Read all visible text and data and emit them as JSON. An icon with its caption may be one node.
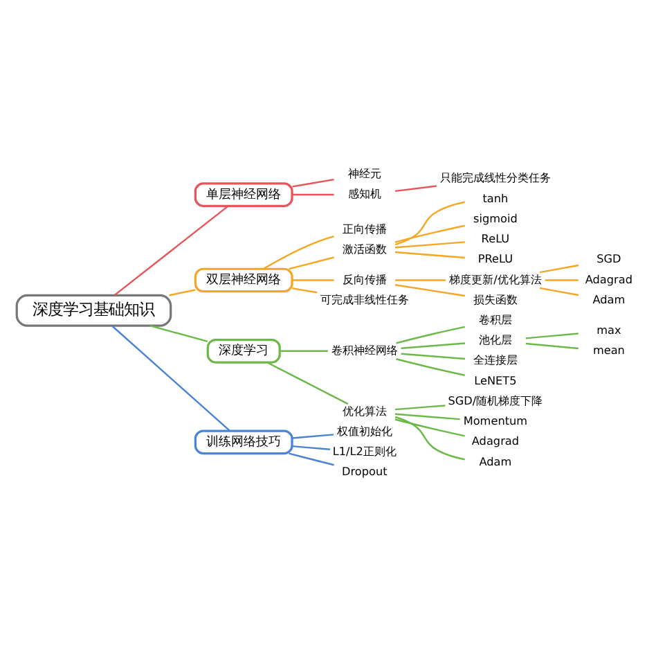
{
  "diagram": {
    "nodes": [
      {
        "text": [
          "深度学习基础知识"
        ]
      },
      {
        "text": [
          "单层神经网络"
        ]
      },
      {
        "text": [
          "神经元"
        ]
      },
      {
        "text": [
          "感知机"
        ]
      },
      {
        "text": [
          "只能完成线性分类任务"
        ]
      },
      {
        "text": [
          "双层神经网络"
        ]
      },
      {
        "text": [
          "正向传播"
        ]
      },
      {
        "text": [
          "激活函数"
        ]
      },
      {
        "text": [
          "tanh"
        ]
      },
      {
        "text": [
          "sigmoid"
        ]
      },
      {
        "text": [
          "ReLU"
        ]
      },
      {
        "text": [
          "PReLU"
        ]
      },
      {
        "text": [
          "反向传播"
        ]
      },
      {
        "text": [
          "梯度更新/优化算法"
        ]
      },
      {
        "text": [
          "SGD"
        ]
      },
      {
        "text": [
          "Adagrad"
        ]
      },
      {
        "text": [
          "Adam"
        ]
      },
      {
        "text": [
          "损失函数"
        ]
      },
      {
        "text": [
          "可完成非线性任务"
        ]
      },
      {
        "text": [
          "深度学习"
        ]
      },
      {
        "text": [
          "卷积神经网络"
        ]
      },
      {
        "text": [
          "卷积层"
        ]
      },
      {
        "text": [
          "池化层"
        ]
      },
      {
        "text": [
          "max"
        ]
      },
      {
        "text": [
          "mean"
        ]
      },
      {
        "text": [
          "全连接层"
        ]
      },
      {
        "text": [
          "LeNET5"
        ]
      },
      {
        "text": [
          "优化算法"
        ]
      },
      {
        "text": [
          "SGD/随机梯度下降"
        ]
      },
      {
        "text": [
          "Momentum"
        ]
      },
      {
        "text": [
          "Adagrad"
        ]
      },
      {
        "text": [
          "Adam"
        ]
      },
      {
        "text": [
          "训练网络技巧"
        ]
      },
      {
        "text": [
          "权值初始化"
        ]
      },
      {
        "text": [
          "L1/L2正则化"
        ]
      },
      {
        "text": [
          "Dropout"
        ]
      }
    ],
    "edges": [
      {
        "from": 0,
        "to": 1,
        "arrow": "none",
        "color": "#e8545a"
      },
      {
        "from": 1,
        "to": 2,
        "arrow": "none",
        "color": "#e8545a"
      },
      {
        "from": 1,
        "to": 3,
        "arrow": "none",
        "color": "#e8545a"
      },
      {
        "from": 3,
        "to": 4,
        "arrow": "none",
        "color": "#e8545a"
      },
      {
        "from": 0,
        "to": 5,
        "arrow": "none"
      },
      {
        "from": 5,
        "to": 6,
        "arrow": "none"
      },
      {
        "from": 5,
        "to": 7,
        "arrow": "none"
      },
      {
        "from": 7,
        "to": 8,
        "arrow": "none"
      },
      {
        "from": 7,
        "to": 9,
        "arrow": "none"
      },
      {
        "from": 7,
        "to": 10,
        "arrow": "none"
      },
      {
        "from": 7,
        "to": 11,
        "arrow": "none"
      },
      {
        "from": 5,
        "to": 12,
        "arrow": "none"
      },
      {
        "from": 12,
        "to": 13,
        "arrow": "none"
      },
      {
        "from": 13,
        "to": 14,
        "arrow": "none"
      },
      {
        "from": 13,
        "to": 15,
        "arrow": "none"
      },
      {
        "from": 13,
        "to": 16,
        "arrow": "none"
      },
      {
        "from": 12,
        "to": 17,
        "arrow": "none"
      },
      {
        "from": 5,
        "to": 18,
        "arrow": "none"
      },
      {
        "from": 0,
        "to": 19,
        "arrow": "none",
        "color": "#6cb94a"
      },
      {
        "from": 19,
        "to": 20,
        "arrow": "none",
        "color": "#6cb94a"
      },
      {
        "from": 20,
        "to": 21,
        "arrow": "none",
        "color": "#6cb94a"
      },
      {
        "from": 20,
        "to": 22,
        "arrow": "none",
        "color": "#6cb94a"
      },
      {
        "from": 22,
        "to": 23,
        "arrow": "none",
        "color": "#6cb94a"
      },
      {
        "from": 22,
        "to": 24,
        "arrow": "none",
        "color": "#6cb94a"
      },
      {
        "from": 20,
        "to": 25,
        "arrow": "none",
        "color": "#6cb94a"
      },
      {
        "from": 20,
        "to": 26,
        "arrow": "none",
        "color": "#6cb94a"
      },
      {
        "from": 19,
        "to": 27,
        "arrow": "none",
        "color": "#6cb94a"
      },
      {
        "from": 27,
        "to": 28,
        "arrow": "none",
        "color": "#6cb94a"
      },
      {
        "from": 27,
        "to": 29,
        "arrow": "none",
        "color": "#6cb94a"
      },
      {
        "from": 27,
        "to": 30,
        "arrow": "none",
        "color": "#6cb94a"
      },
      {
        "from": 27,
        "to": 31,
        "arrow": "none",
        "color": "#6cb94a"
      },
      {
        "from": 0,
        "to": 32,
        "arrow": "none",
        "color": "#4a84d6"
      },
      {
        "from": 32,
        "to": 33,
        "arrow": "none",
        "color": "#4a84d6"
      },
      {
        "from": 32,
        "to": 34,
        "arrow": "none",
        "color": "#4a84d6"
      },
      {
        "from": 32,
        "to": 35,
        "arrow": "none",
        "color": "#4a84d6"
      }
    ]
  }
}
